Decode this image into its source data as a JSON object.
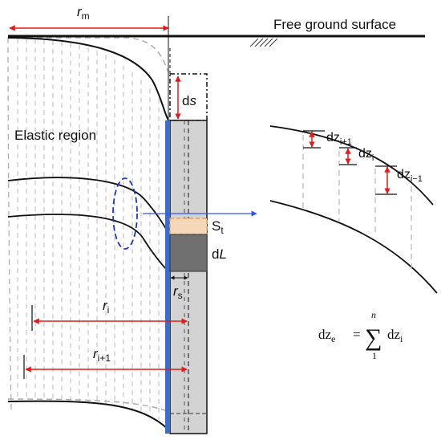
{
  "labels": {
    "r_m": {
      "base": "r",
      "sub": "m"
    },
    "ground": "Free ground surface",
    "ds": {
      "base": "d",
      "var": "s"
    },
    "elastic": "Elastic region",
    "S_t": {
      "base": "S",
      "sub": "t"
    },
    "dL": {
      "base": "d",
      "var": "L"
    },
    "r_s": {
      "base": "r",
      "sub": "s"
    },
    "r_i": {
      "base": "r",
      "sub": "i"
    },
    "r_i1": {
      "base": "r",
      "sub": "i+1"
    },
    "dz_i1": {
      "base": "dz",
      "sub": "i+1"
    },
    "dz_i": {
      "base": "dz",
      "sub": "i"
    },
    "dz_im1": {
      "base": "dz",
      "sub": "i−1"
    },
    "eq_lhs_base": "dz",
    "eq_lhs_sub": "e",
    "eq_equals": "=",
    "eq_upper": "n",
    "eq_lower": "1",
    "eq_sigma": "∑",
    "eq_rhs_base": "dz",
    "eq_rhs_sub": "i"
  },
  "colors": {
    "dimension_arrow": "#e41a1c",
    "pile_body": "#d3d3d3",
    "pile_skin": "#3a6ec8",
    "shear_zone": "#e8a060",
    "slice": "#707070",
    "stress_ring": "#2233cc",
    "load_arrow": "#3355ee",
    "guide_lines": "#b8b8b8",
    "surface_curves": "#111111"
  }
}
